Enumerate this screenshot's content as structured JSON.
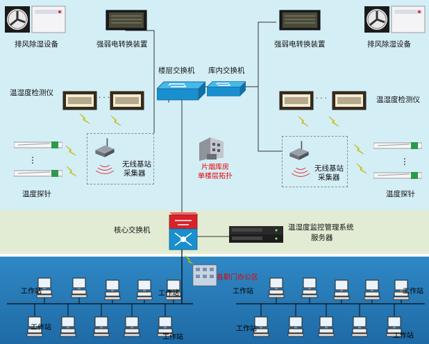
{
  "top_left": {
    "exhaust_device": "排风除湿设备",
    "converter": "强弱电转换装置",
    "sensor_label": "温湿度检测仪",
    "probe_label": "温度探针",
    "base_station_line1": "无线基站",
    "base_station_line2": "采集器"
  },
  "top_right": {
    "exhaust_device": "排风除湿设备",
    "converter": "强弱电转换装置",
    "sensor_label": "温湿度检测仪",
    "probe_label": "温度探针",
    "base_station_line1": "无线基站",
    "base_station_line2": "采集器"
  },
  "switches": {
    "floor_switch": "楼层交换机",
    "warehouse_switch": "库内交换机"
  },
  "topology": {
    "line1": "片烟库房",
    "line2": "单楼层拓扑"
  },
  "core": {
    "label": "核心交换机",
    "server_line1": "温湿度监控管理系统",
    "server_line2": "服务器"
  },
  "office": {
    "label": "各职门办公区"
  },
  "workstation_label": "工作站",
  "ellipsis": "· · ·",
  "colors": {
    "upper_zone": "#d4eef6",
    "middle_zone": "#e2ecd4",
    "lower_zone": "#2f88c4",
    "switch_blue": "#1fa0dc",
    "core_red": "#d8222a",
    "annotation_red": "#e60000",
    "lightning": "#f3e600"
  }
}
